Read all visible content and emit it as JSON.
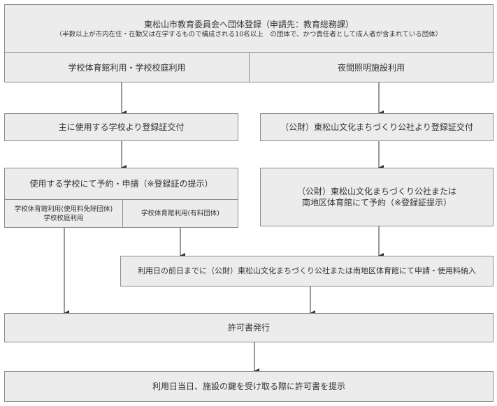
{
  "boxes": {
    "registration": {
      "title": "東松山市教育委員会へ団体登録（申請先：教育総務課）",
      "note": "（半数以上が市内在住・在勤又は在学するもので構成される10名以上　の団体で、かつ責任者として成人者が含まれている団体）"
    },
    "school_use": "学校体育館利用・学校校庭利用",
    "night_use": "夜間照明施設利用",
    "school_cert": "主に使用する学校より登録証交付",
    "foundation_cert": "（公財）東松山文化まちづくり公社より登録証交付",
    "school_reserve": "使用する学校にて予約・申請（※登録証の提示）",
    "exempt": {
      "line1": "学校体育館利用(使用料免除団体)",
      "line2": "学校校庭利用"
    },
    "paid": "学校体育館利用(有料団体)",
    "foundation_reserve": {
      "line1": "（公財）東松山文化まちづくり公社または",
      "line2": "南地区体育館にて予約（※登録証提示）"
    },
    "payment": "利用日の前日までに（公財）東松山文化まちづくり公社または南地区体育館にて申請・使用料納入",
    "permit": "許可書発行",
    "present": "利用日当日、施設の鍵を受け取る際に許可書を提示"
  }
}
